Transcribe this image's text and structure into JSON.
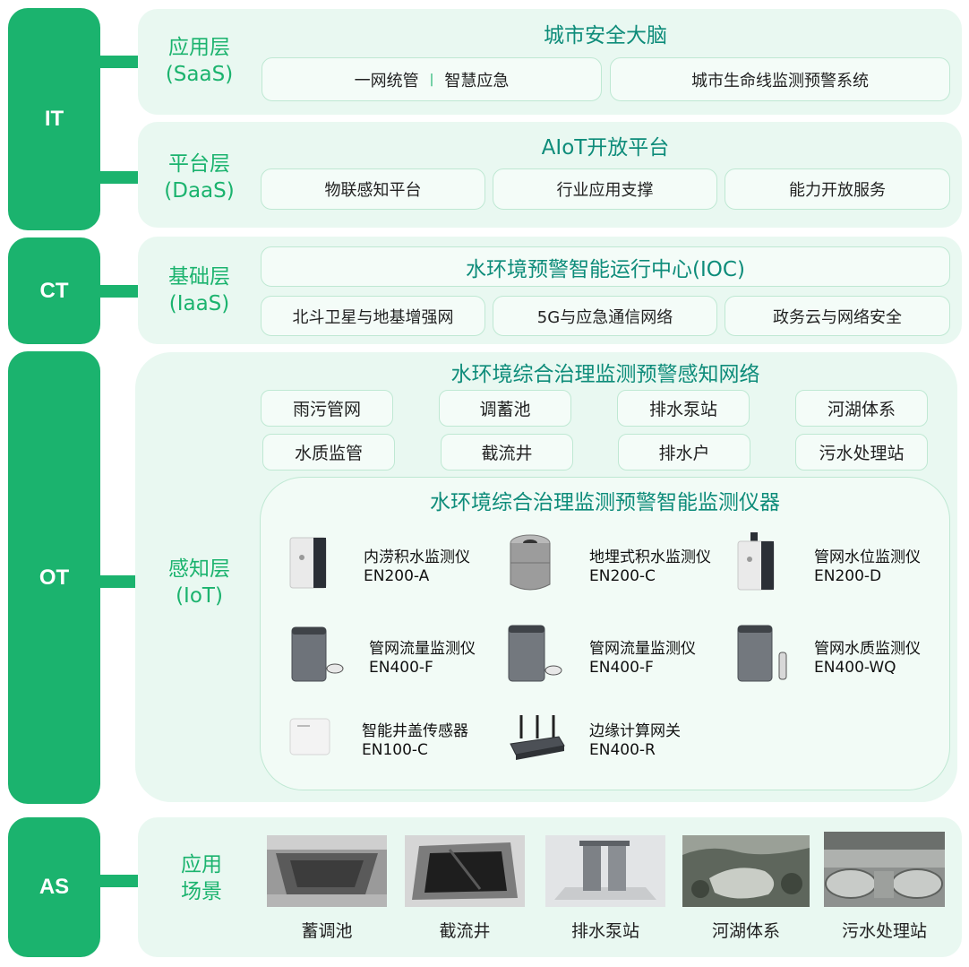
{
  "sides": {
    "it": "IT",
    "ct": "CT",
    "ot": "OT",
    "as": "AS"
  },
  "saas": {
    "layer": [
      "应用层",
      "(SaaS)"
    ],
    "title": "城市安全大脑",
    "box1_a": "一网统管",
    "box1_b": "智慧应急",
    "box2": "城市生命线监测预警系统"
  },
  "daas": {
    "layer": [
      "平台层",
      "(DaaS)"
    ],
    "title": "AIoT开放平台",
    "items": [
      "物联感知平台",
      "行业应用支撑",
      "能力开放服务"
    ]
  },
  "iaas": {
    "layer": [
      "基础层",
      "(IaaS)"
    ],
    "title": "水环境预警智能运行中心(IOC)",
    "items": [
      "北斗卫星与地基增强网",
      "5G与应急通信网络",
      "政务云与网络安全"
    ]
  },
  "iot": {
    "layer": [
      "感知层",
      "(IoT)"
    ],
    "network_title": "水环境综合治理监测预警感知网络",
    "tags": [
      "雨污管网",
      "调蓄池",
      "排水泵站",
      "河湖体系",
      "水质监管",
      "截流井",
      "排水户",
      "污水处理站"
    ],
    "devices_title": "水环境综合治理监测预警智能监测仪器",
    "devices": [
      {
        "name": "内涝积水监测仪",
        "model": "EN200-A"
      },
      {
        "name": "地埋式积水监测仪",
        "model": "EN200-C"
      },
      {
        "name": "管网水位监测仪",
        "model": "EN200-D"
      },
      {
        "name": "管网流量监测仪",
        "model": "EN400-F"
      },
      {
        "name": "管网流量监测仪",
        "model": "EN400-F"
      },
      {
        "name": "管网水质监测仪",
        "model": "EN400-WQ"
      },
      {
        "name": "智能井盖传感器",
        "model": "EN100-C"
      },
      {
        "name": "边缘计算网关",
        "model": "EN400-R"
      }
    ]
  },
  "scenes": {
    "layer": [
      "应用",
      "场景"
    ],
    "items": [
      "蓄调池",
      "截流井",
      "排水泵站",
      "河湖体系",
      "污水处理站"
    ]
  },
  "colors": {
    "accent": "#1bb36e",
    "panel": "#e9f8f1",
    "title": "#0e8c7a"
  }
}
